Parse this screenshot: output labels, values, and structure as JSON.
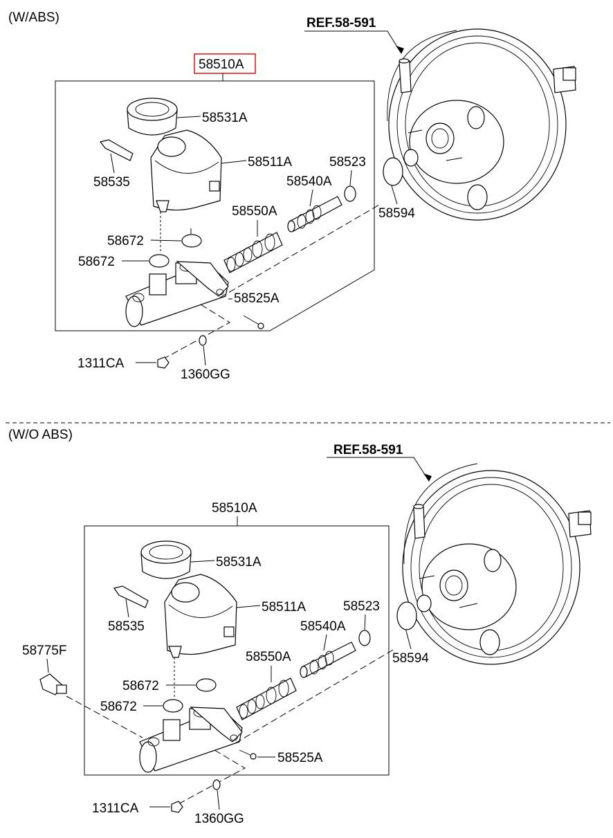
{
  "sections": [
    {
      "title": "(W/ABS)",
      "ref_label": "REF.58-591",
      "assembly_label": "58510A",
      "assembly_highlight_color": "#e02020",
      "parts": {
        "cap": "58531A",
        "reservoir": "58511A",
        "pin": "58535",
        "ring": "58523",
        "piston_secondary": "58540A",
        "oring": "58594",
        "piston_primary": "58550A",
        "grommet_upper": "58672",
        "grommet_lower": "58672",
        "stop_bolt": "58525A",
        "nut": "1311CA",
        "washer": "1360GG"
      }
    },
    {
      "title": "(W/O ABS)",
      "ref_label": "REF.58-591",
      "assembly_label": "58510A",
      "parts": {
        "cap": "58531A",
        "reservoir": "58511A",
        "pin": "58535",
        "ring": "58523",
        "piston_secondary": "58540A",
        "oring": "58594",
        "piston_primary": "58550A",
        "grommet_upper": "58672",
        "grommet_lower": "58672",
        "stop_bolt": "58525A",
        "nut": "1311CA",
        "washer": "1360GG",
        "switch": "58775F"
      }
    }
  ]
}
